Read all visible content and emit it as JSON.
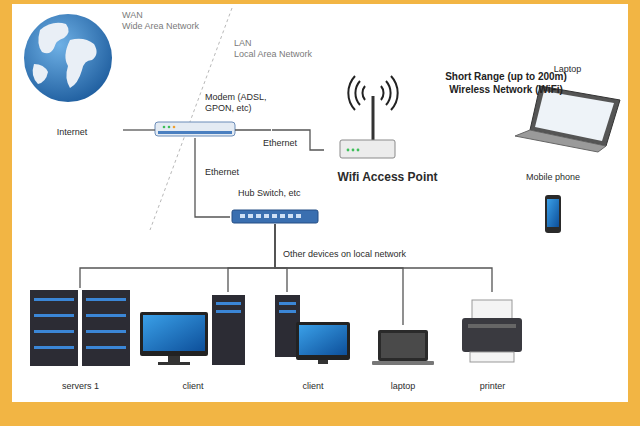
{
  "diagram": {
    "nodes": [
      {
        "text": [
          "Internet"
        ]
      },
      {
        "text": [
          "Modem (ADSL, GPON, etc)"
        ]
      },
      {
        "text": [
          "Wifi Access Point"
        ]
      },
      {
        "text": [
          "Laptop"
        ]
      },
      {
        "text": [
          "Mobile phone"
        ]
      },
      {
        "text": [
          "Hub Switch, etc"
        ]
      },
      {
        "text": [
          "servers 1"
        ]
      },
      {
        "text": [
          "client"
        ]
      },
      {
        "text": [
          "client"
        ]
      },
      {
        "text": [
          "laptop"
        ]
      },
      {
        "text": [
          "printer"
        ]
      }
    ],
    "edges": [
      {
        "from": 0,
        "to": 1,
        "arrow": "none"
      },
      {
        "from": 1,
        "to": 2,
        "label": "Ethernet",
        "arrow": "none"
      },
      {
        "from": 1,
        "to": 5,
        "label": "Ethernet",
        "arrow": "none"
      },
      {
        "from": 5,
        "to": 6,
        "arrow": "none"
      },
      {
        "from": 5,
        "to": 7,
        "arrow": "none"
      },
      {
        "from": 5,
        "to": 8,
        "arrow": "none"
      },
      {
        "from": 5,
        "to": 9,
        "arrow": "none"
      },
      {
        "from": 5,
        "to": 10,
        "arrow": "none"
      }
    ],
    "labels": [
      "WAN",
      "Wide Area Network",
      "LAN",
      "Local Area Network",
      "Short Range (up to 200m) Wireless Network (WiFi)",
      "Other devices on local network"
    ]
  }
}
